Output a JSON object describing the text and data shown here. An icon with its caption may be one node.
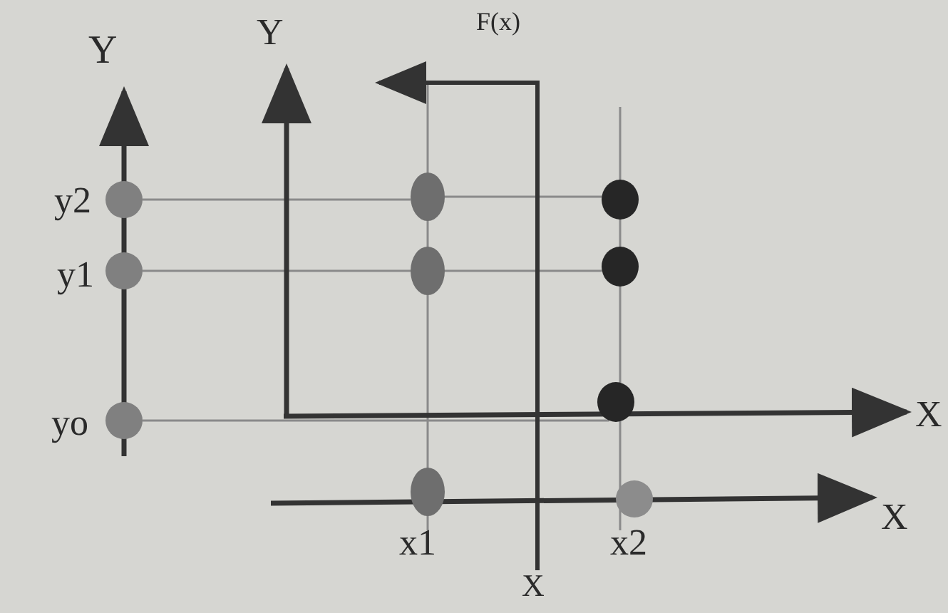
{
  "diagram": {
    "nodes": [
      {
        "text": [],
        "shape": "circle"
      },
      {
        "text": [],
        "shape": "circle"
      },
      {
        "text": [],
        "shape": "circle"
      },
      {
        "text": [],
        "shape": "circle"
      },
      {
        "text": [],
        "shape": "circle"
      },
      {
        "text": [],
        "shape": "circle"
      },
      {
        "text": [],
        "shape": "circle"
      },
      {
        "text": [],
        "shape": "circle"
      },
      {
        "text": [],
        "shape": "circle"
      },
      {
        "text": [],
        "shape": "circle"
      }
    ],
    "edges": [
      {
        "from": 0,
        "to": 1,
        "arrow": "none"
      },
      {
        "from": 1,
        "to": 2,
        "arrow": "none"
      },
      {
        "from": 3,
        "to": 4,
        "arrow": "none"
      },
      {
        "from": 4,
        "to": 5,
        "arrow": "none"
      },
      {
        "from": 6,
        "to": 7,
        "arrow": "none"
      }
    ],
    "labels": [
      "Y",
      "Y",
      "F(x)",
      "y2",
      "y1",
      "yo",
      "X",
      "X",
      "x1",
      "x2",
      "X"
    ]
  }
}
